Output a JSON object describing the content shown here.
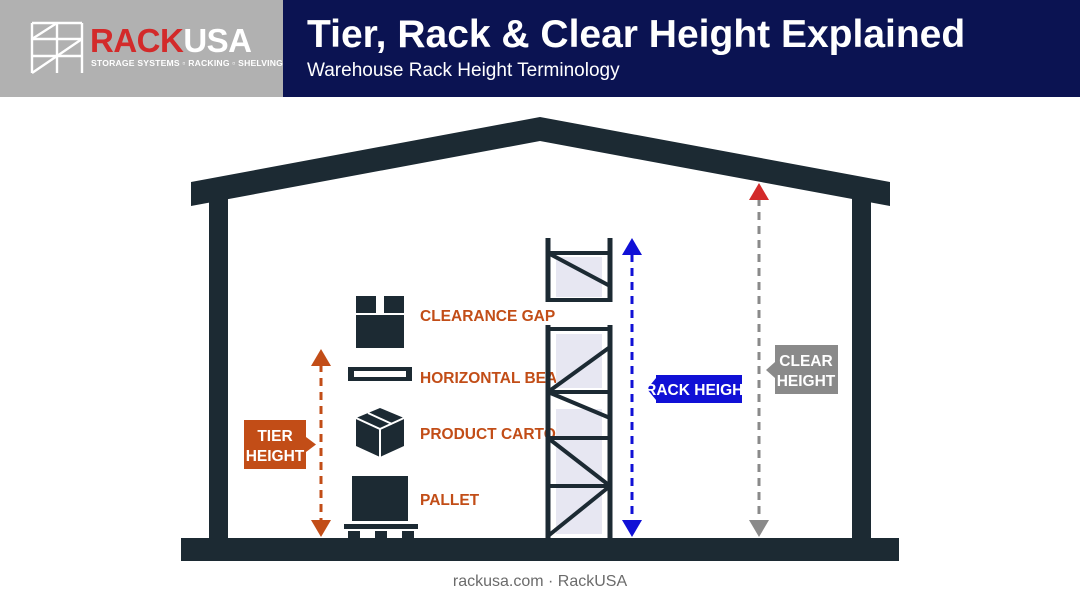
{
  "header": {
    "logo_rack": "RACK",
    "logo_usa": "USA",
    "logo_tagline": "STORAGE SYSTEMS ▫ RACKING ▫ SHELVING",
    "title": "Tier, Rack & Clear Height Explained",
    "subtitle": "Warehouse Rack Height Terminology"
  },
  "legend": {
    "clearance_gap": "CLEARANCE GAP",
    "horizontal_beam": "HORIZONTAL BEAM",
    "product_carton": "PRODUCT CARTON",
    "pallet": "PALLET"
  },
  "measures": {
    "tier_line1": "TIER",
    "tier_line2": "HEIGHT",
    "rack": "RACK HEIGHT",
    "clear_line1": "CLEAR",
    "clear_line2": "HEIGHT"
  },
  "colors": {
    "navy": "#0b1352",
    "structure": "#1c2a33",
    "orange": "#c24d17",
    "blue": "#1010d6",
    "gray": "#8a8a8a",
    "red": "#d32a2a"
  },
  "footer": "rackusa.com · RackUSA"
}
